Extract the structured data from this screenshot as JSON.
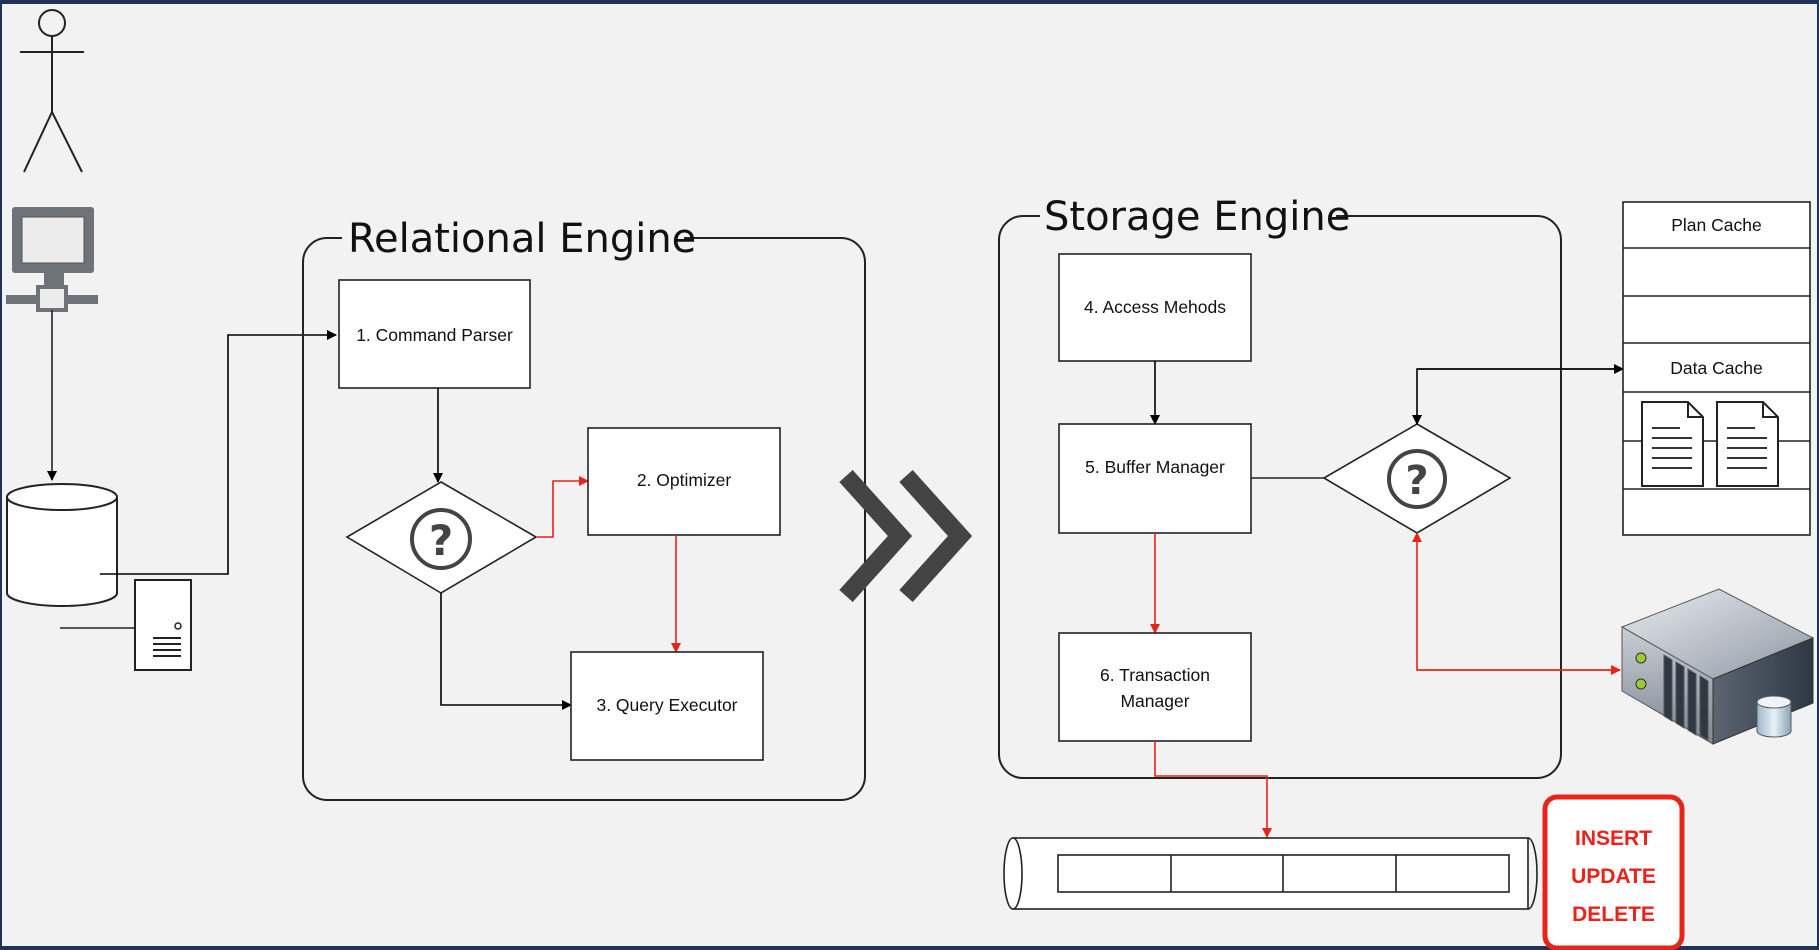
{
  "relational_engine": {
    "title": "Relational Engine",
    "command_parser": "1. Command Parser",
    "optimizer": "2. Optimizer",
    "query_executor": "3. Query Executor"
  },
  "storage_engine": {
    "title": "Storage Engine",
    "access_methods": "4. Access Mehods",
    "buffer_manager": "5. Buffer Manager",
    "transaction_manager_line1": "6. Transaction",
    "transaction_manager_line2": "Manager"
  },
  "cache": {
    "plan_cache": "Plan Cache",
    "data_cache": "Data Cache"
  },
  "decision_symbol": "?",
  "dml": {
    "insert": "INSERT",
    "update": "UPDATE",
    "delete": "DELETE"
  },
  "colors": {
    "background": "#1d3458",
    "canvas": "#f2f2f2",
    "black_arrow": "#000000",
    "red_arrow": "#e8231a",
    "chevron": "#444444",
    "dml_border": "#e8231a",
    "dml_text": "#e8231a"
  }
}
